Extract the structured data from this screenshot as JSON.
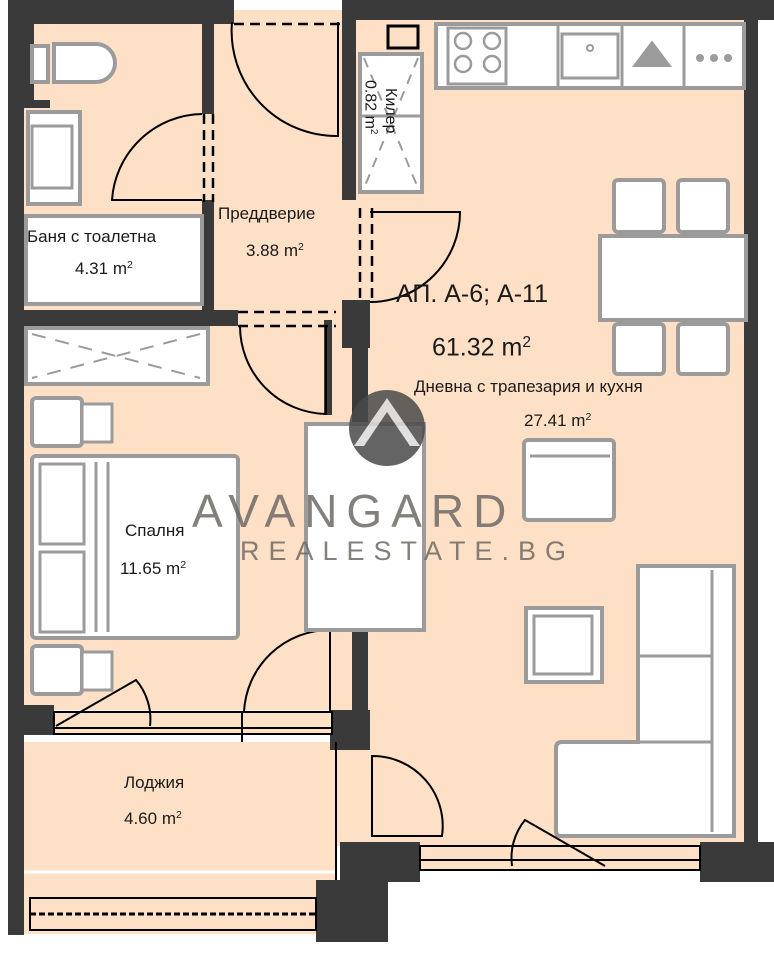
{
  "plan": {
    "apartment_id": "АП. А-6; А-11",
    "total_area_value": "61.32",
    "unit": "m",
    "unit_power": "2",
    "colors": {
      "floor": "#fde0c5",
      "wall": "#3a3a3a",
      "furniture_fill": "#ffffff",
      "furniture_stroke": "#9b9b9b",
      "line": "#000000",
      "watermark": "#6e6a66"
    }
  },
  "rooms": [
    {
      "id": "bathroom",
      "name": "Баня с тоалетна",
      "area": "4.31"
    },
    {
      "id": "hallway",
      "name": "Преддверие",
      "area": "3.88"
    },
    {
      "id": "storage",
      "name": "Килер",
      "area": "0.82"
    },
    {
      "id": "living",
      "name": "Дневна с трапезария и кухня",
      "area": "27.41"
    },
    {
      "id": "bedroom",
      "name": "Спалня",
      "area": "11.65"
    },
    {
      "id": "loggia",
      "name": "Лоджия",
      "area": "4.60"
    }
  ],
  "watermark": {
    "main": "AVANGARD",
    "sub": "REALESTATE.BG"
  }
}
